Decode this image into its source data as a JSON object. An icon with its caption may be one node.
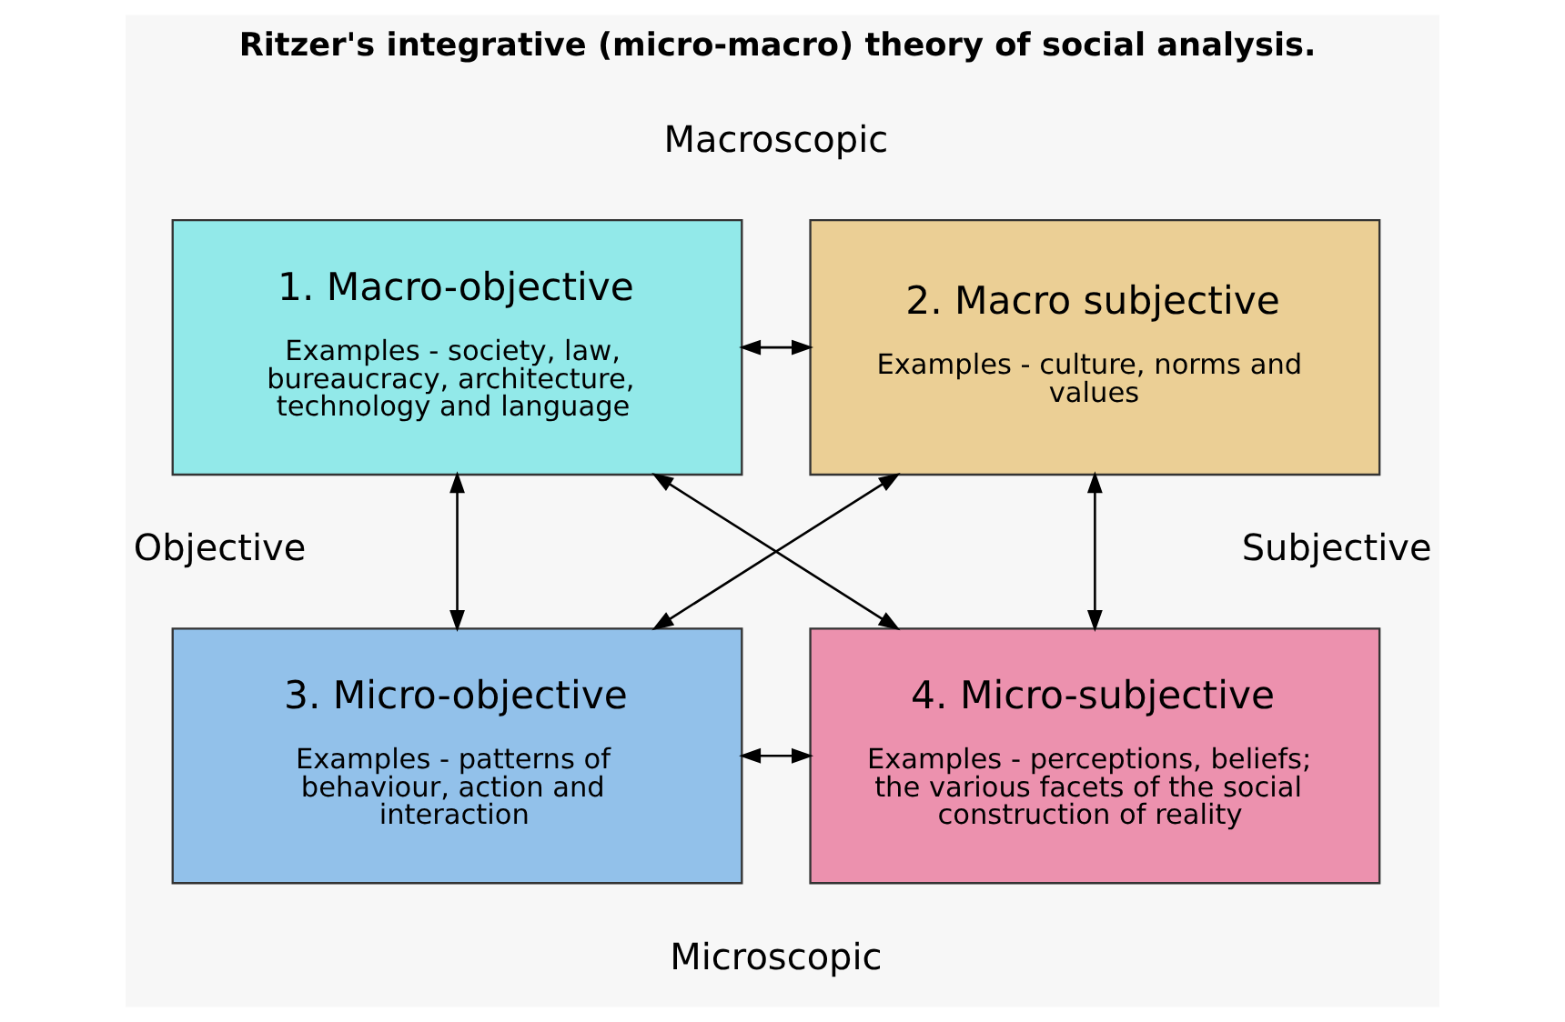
{
  "diagram": {
    "title": "Ritzer's integrative (micro-macro) theory of social analysis.",
    "nodes": [
      {
        "text": [
          "1. Macro-objective",
          "Examples - society, law, bureaucracy, architecture, technology and language"
        ]
      },
      {
        "text": [
          "2. Macro subjective",
          "Examples - culture, norms and values"
        ]
      },
      {
        "text": [
          "3. Micro-objective",
          "Examples - patterns of behaviour, action and interaction"
        ]
      },
      {
        "text": [
          "4. Micro-subjective",
          "Examples - perceptions, beliefs; the various facets of the social construction of reality"
        ]
      }
    ],
    "edges": [
      {
        "from": 0,
        "to": 1,
        "arrow": "both"
      },
      {
        "from": 0,
        "to": 2,
        "arrow": "both"
      },
      {
        "from": 0,
        "to": 3,
        "arrow": "both"
      },
      {
        "from": 1,
        "to": 2,
        "arrow": "both"
      },
      {
        "from": 1,
        "to": 3,
        "arrow": "both"
      },
      {
        "from": 2,
        "to": 3,
        "arrow": "both"
      }
    ],
    "labels": [
      "Macroscopic",
      "Objective",
      "Subjective",
      "Microscopic"
    ]
  }
}
